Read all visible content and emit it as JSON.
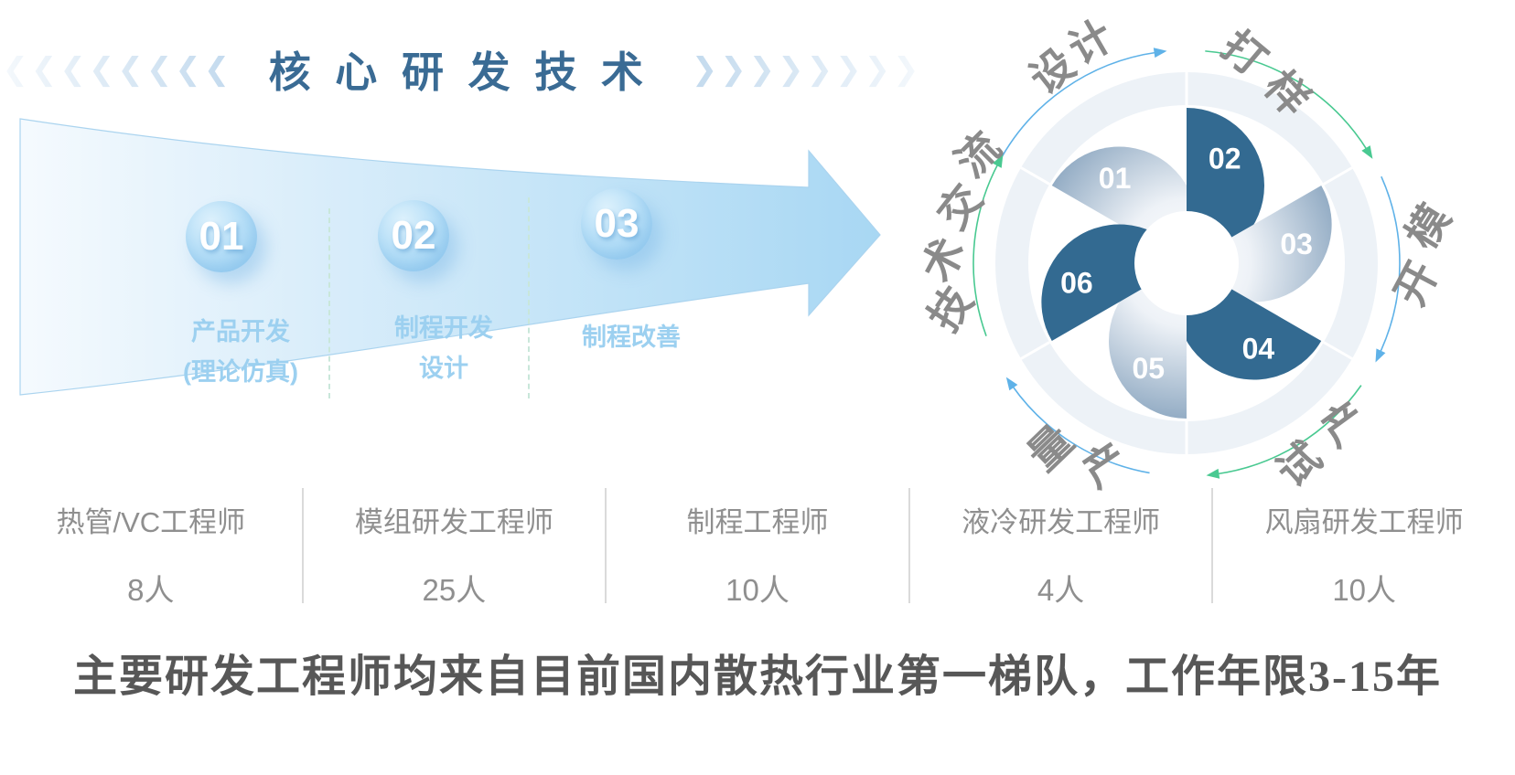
{
  "palette": {
    "title_blue": "#3a6b94",
    "chevron_blue": "#cddff0",
    "arrow_blue_light": "#f4fafe",
    "arrow_blue_deep": "#a8d7f3",
    "step_text_blue": "#9cd0f0",
    "dash_green": "#c9e7da",
    "petal_dark": "#336a91",
    "petal_light_outer": "#8fa9c2",
    "arc_blue": "#5fb2e8",
    "arc_green": "#49c991",
    "wheel_label_gray": "#8a8a8a",
    "table_gray": "#8f8f8f",
    "footer_gray": "#575757"
  },
  "header": {
    "chevrons_left": "❮❮❮❮❮❮❮❮",
    "title": "核心研发技术",
    "chevrons_right": "❯❯❯❯❯❯❯❯"
  },
  "process_arrow": {
    "steps": [
      {
        "number": "01",
        "line1": "产品开发",
        "line2": "(理论仿真)"
      },
      {
        "number": "02",
        "line1": "制程开发",
        "line2": "设计"
      },
      {
        "number": "03",
        "line1": "制程改善",
        "line2": ""
      }
    ]
  },
  "wheel": {
    "petals": [
      {
        "number": "01",
        "tone": "light"
      },
      {
        "number": "02",
        "tone": "dark"
      },
      {
        "number": "03",
        "tone": "light"
      },
      {
        "number": "04",
        "tone": "dark"
      },
      {
        "number": "05",
        "tone": "light"
      },
      {
        "number": "06",
        "tone": "dark"
      }
    ],
    "labels": [
      {
        "text": "设计"
      },
      {
        "text": "打样"
      },
      {
        "text": "开模"
      },
      {
        "text": "试产"
      },
      {
        "text": "量产"
      },
      {
        "text": "技术交流"
      }
    ]
  },
  "team_table": {
    "columns": [
      {
        "role": "热管/VC工程师",
        "count": "8人"
      },
      {
        "role": "模组研发工程师",
        "count": "25人"
      },
      {
        "role": "制程工程师",
        "count": "10人"
      },
      {
        "role": "液冷研发工程师",
        "count": "4人"
      },
      {
        "role": "风扇研发工程师",
        "count": "10人"
      }
    ]
  },
  "footer": {
    "text": "主要研发工程师均来自目前国内散热行业第一梯队，工作年限3-15年"
  }
}
